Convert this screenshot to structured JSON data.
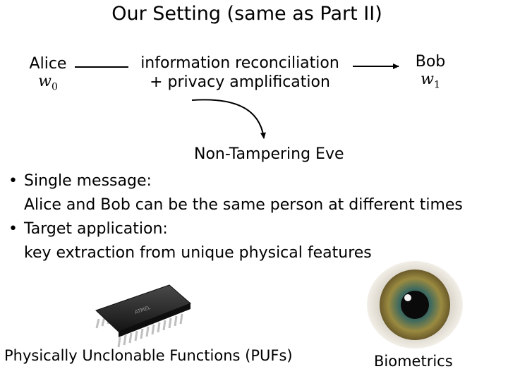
{
  "slide": {
    "title": "Our Setting (same as Part II)",
    "alice": {
      "name": "Alice",
      "var": "w",
      "sub": "0"
    },
    "bob": {
      "name": "Bob",
      "var": "w",
      "sub": "1"
    },
    "protocol": {
      "line1": "information reconciliation",
      "line2": "+ privacy amplification"
    },
    "eve": "Non-Tampering Eve",
    "bullets": [
      {
        "head": "Single message:",
        "detail": "Alice and Bob can be the same person at different times"
      },
      {
        "head": "Target application:",
        "detail": "key extraction from unique physical features"
      }
    ],
    "puf_caption": "Physically Unclonable Functions (PUFs)",
    "bio_caption": "Biometrics",
    "bullet_glyph": "•",
    "colors": {
      "text": "#000000",
      "eye_iris": "#8a7a3a",
      "chip_body": "#2a2a2a"
    }
  }
}
